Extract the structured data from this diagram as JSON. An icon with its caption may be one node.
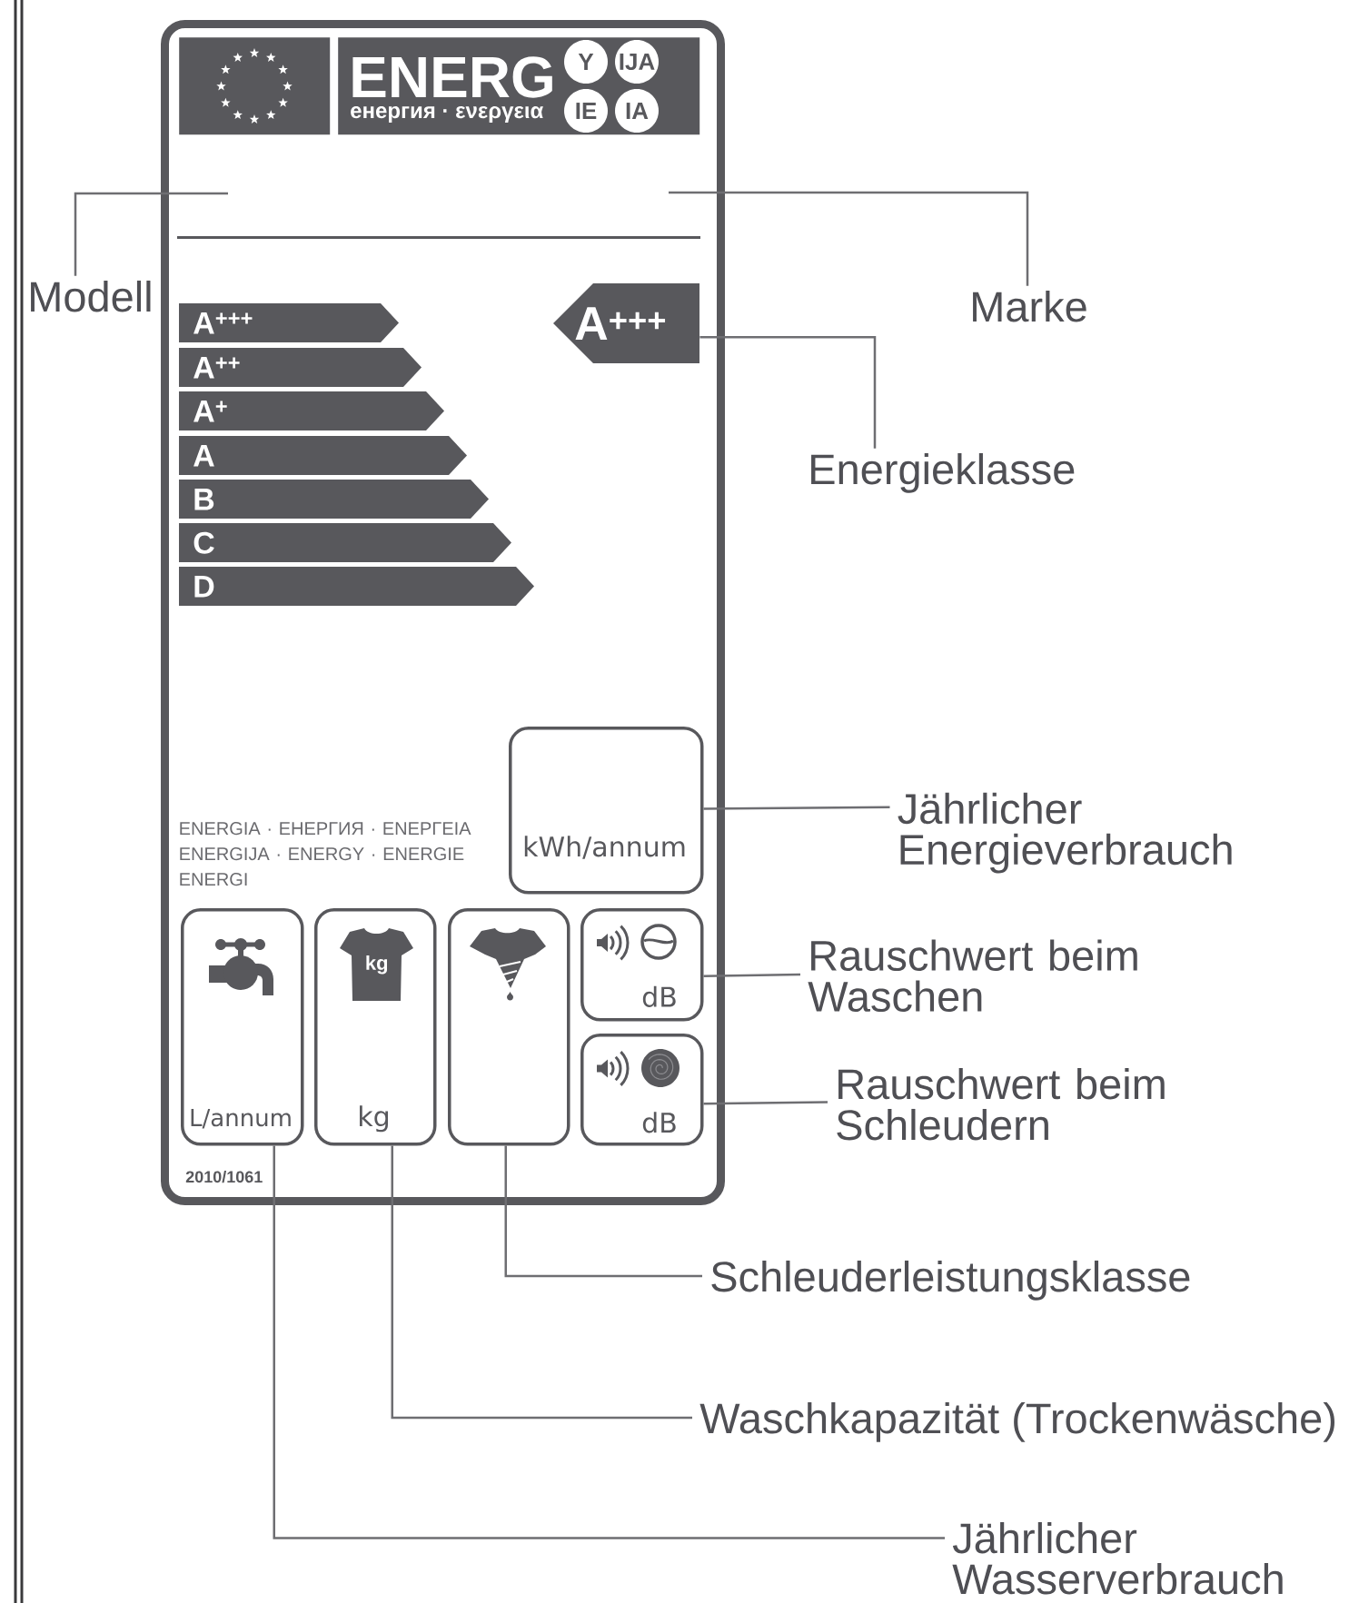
{
  "diagram": {
    "nodes": [
      {
        "text": [
          "ENERGIA · ЕНЕРГИЯ · ΕΝΕΡΓΕΙΑ ENERGIJA · ENERGY · ENERGIE ENERGI",
          "2010/1061"
        ]
      },
      {
        "text": [],
        "shape": "picture",
        "in": 0
      },
      {
        "text": [
          "ENERG",
          "енергия · ενεργεια"
        ],
        "in": 0
      },
      {
        "text": [
          "Y"
        ],
        "in": 2
      },
      {
        "text": [
          "IJA"
        ],
        "in": 2
      },
      {
        "text": [
          "IE"
        ],
        "in": 2
      },
      {
        "text": [
          "IA"
        ],
        "in": 2
      },
      {
        "text": [
          "A$^{+++}$"
        ],
        "in": 0
      },
      {
        "text": [
          "A$^{++}$"
        ],
        "in": 0
      },
      {
        "text": [
          "A$^{+}$"
        ],
        "in": 0
      },
      {
        "text": [
          "A"
        ],
        "in": 0
      },
      {
        "text": [
          "B"
        ],
        "in": 0
      },
      {
        "text": [
          "C"
        ],
        "in": 0
      },
      {
        "text": [
          "D"
        ],
        "in": 0
      },
      {
        "text": [
          "A$^{+++}$"
        ],
        "in": 0
      },
      {
        "text": [
          "kWh/annum"
        ],
        "in": 0
      },
      {
        "text": [
          "L/annum"
        ],
        "in": 0
      },
      {
        "text": [
          "kg"
        ],
        "in": 0
      },
      {
        "text": [
          "kg"
        ],
        "in": 17
      },
      {
        "text": [],
        "shape": "box",
        "in": 0
      },
      {
        "text": [
          "dB"
        ],
        "in": 0
      },
      {
        "text": [
          "dB"
        ],
        "in": 0
      },
      {
        "text": [
          "Modell"
        ]
      },
      {
        "text": [
          "Marke"
        ]
      },
      {
        "text": [
          "Energieklasse"
        ]
      },
      {
        "text": [
          "Jährlicher Energieverbrauch"
        ]
      },
      {
        "text": [
          "Rauschwert beim Waschen"
        ]
      },
      {
        "text": [
          "Rauschwert beim Schleudern"
        ]
      },
      {
        "text": [
          "Schleuderleistungsklasse"
        ]
      },
      {
        "text": [
          "Waschkapazität (Trockenwäsche)"
        ]
      },
      {
        "text": [
          "Jährlicher Wasserverbrauch"
        ]
      }
    ],
    "edges": [
      {
        "from": 22,
        "to": null,
        "arrow": "none"
      },
      {
        "from": 23,
        "to": null,
        "arrow": "none"
      },
      {
        "from": 24,
        "to": 14,
        "arrow": "none"
      },
      {
        "from": 25,
        "to": 15,
        "arrow": "none"
      },
      {
        "from": 26,
        "to": 20,
        "arrow": "none"
      },
      {
        "from": 27,
        "to": 21,
        "arrow": "none"
      },
      {
        "from": 28,
        "to": 19,
        "arrow": "none"
      },
      {
        "from": 29,
        "to": 17,
        "arrow": "none"
      },
      {
        "from": 30,
        "to": 16,
        "arrow": "none"
      }
    ]
  }
}
